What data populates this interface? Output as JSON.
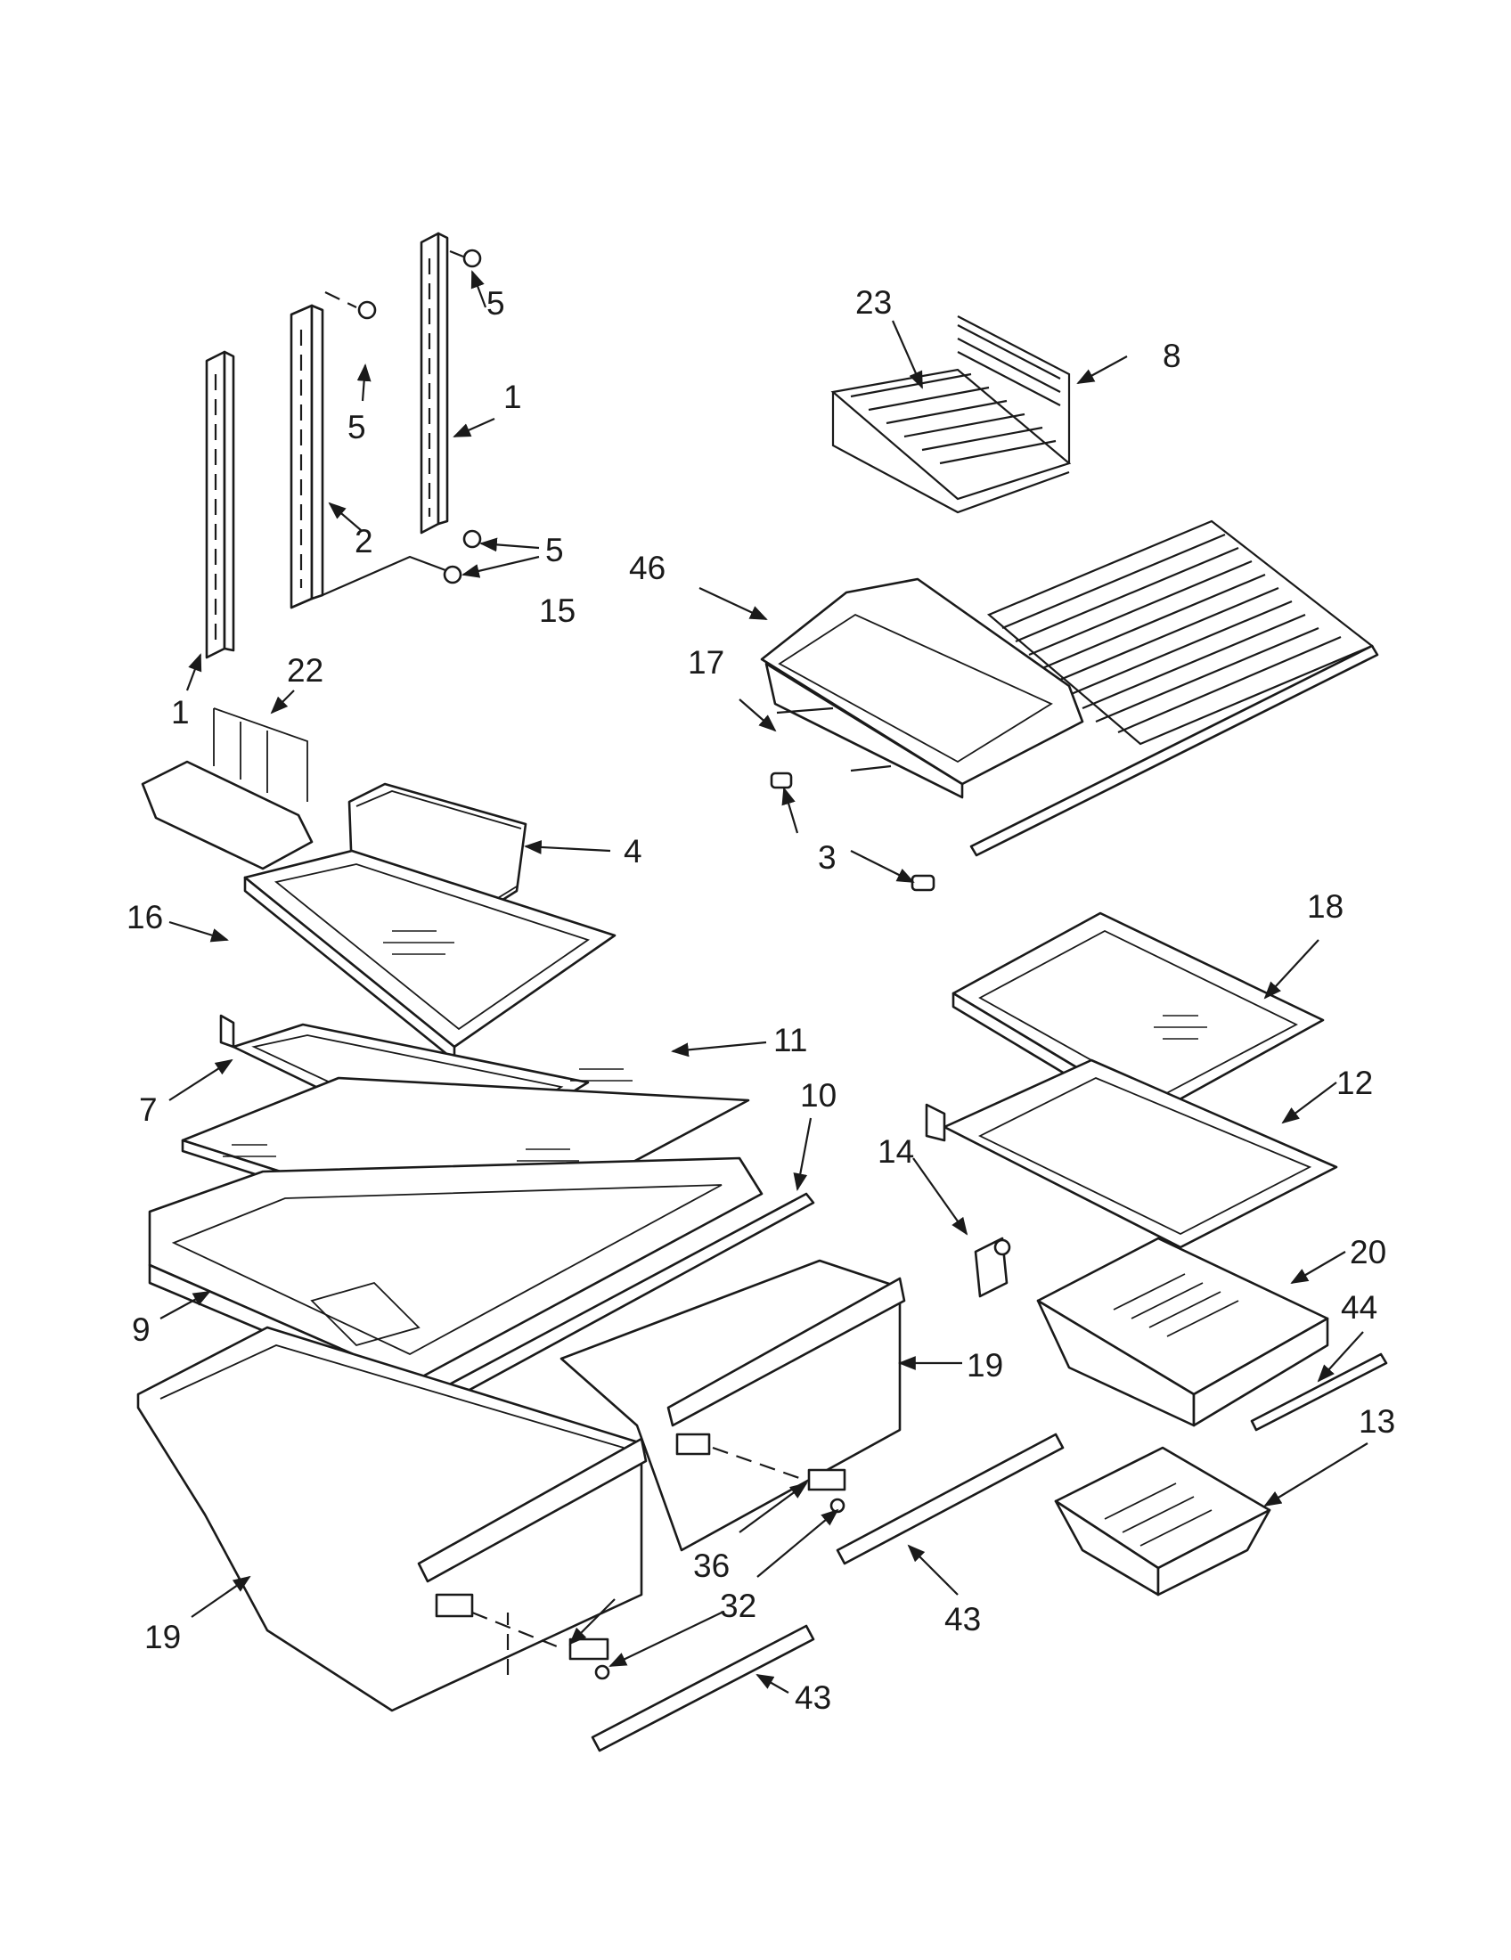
{
  "callouts": [
    {
      "id": "c23",
      "label": "23"
    },
    {
      "id": "c8",
      "label": "8"
    },
    {
      "id": "c5a",
      "label": "5"
    },
    {
      "id": "c5b",
      "label": "5"
    },
    {
      "id": "c1a",
      "label": "1"
    },
    {
      "id": "c2",
      "label": "2"
    },
    {
      "id": "c5c",
      "label": "5"
    },
    {
      "id": "c15",
      "label": "15"
    },
    {
      "id": "c46",
      "label": "46"
    },
    {
      "id": "c17",
      "label": "17"
    },
    {
      "id": "c1b",
      "label": "1"
    },
    {
      "id": "c22",
      "label": "22"
    },
    {
      "id": "c4",
      "label": "4"
    },
    {
      "id": "c3",
      "label": "3"
    },
    {
      "id": "c16",
      "label": "16"
    },
    {
      "id": "c18",
      "label": "18"
    },
    {
      "id": "c11",
      "label": "11"
    },
    {
      "id": "c7",
      "label": "7"
    },
    {
      "id": "c10",
      "label": "10"
    },
    {
      "id": "c12",
      "label": "12"
    },
    {
      "id": "c14",
      "label": "14"
    },
    {
      "id": "c20",
      "label": "20"
    },
    {
      "id": "c9",
      "label": "9"
    },
    {
      "id": "c44",
      "label": "44"
    },
    {
      "id": "c19a",
      "label": "19"
    },
    {
      "id": "c13",
      "label": "13"
    },
    {
      "id": "c36",
      "label": "36"
    },
    {
      "id": "c32",
      "label": "32"
    },
    {
      "id": "c43a",
      "label": "43"
    },
    {
      "id": "c19b",
      "label": "19"
    },
    {
      "id": "c43b",
      "label": "43"
    }
  ]
}
